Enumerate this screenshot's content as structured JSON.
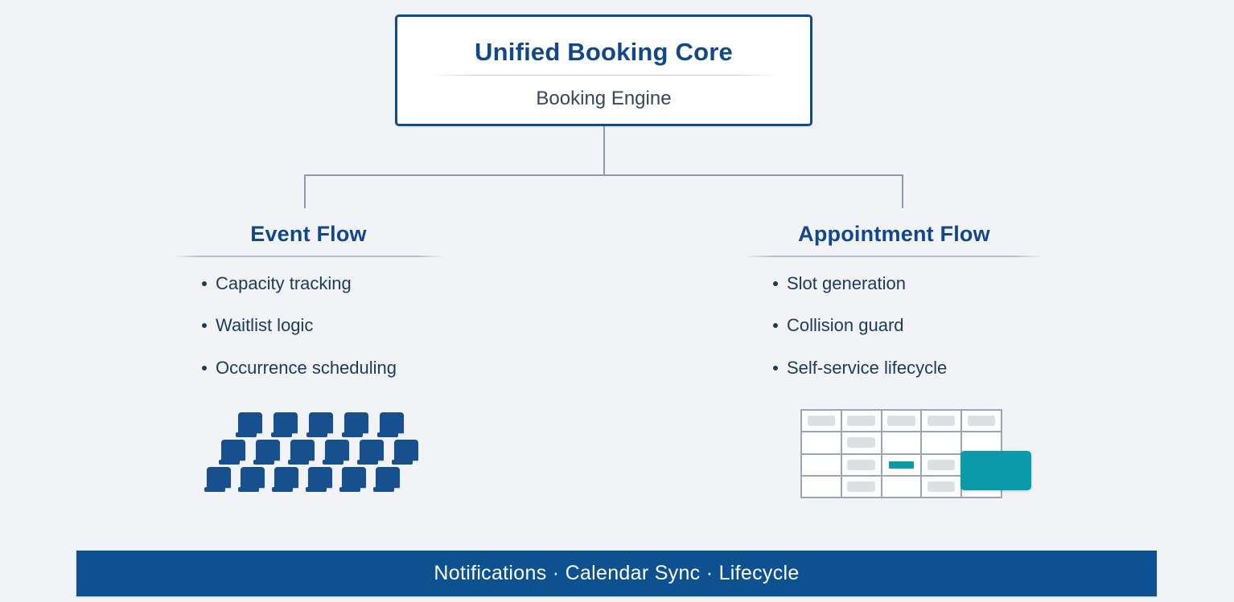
{
  "core": {
    "title": "Unified Booking Core",
    "subtitle": "Booking Engine"
  },
  "columns": {
    "left": {
      "title": "Event Flow",
      "bullets": [
        "Capacity tracking",
        "Waitlist logic",
        "Occurrence scheduling"
      ],
      "graphic": {
        "name": "seat-grid",
        "rows": [
          5,
          6,
          6
        ]
      }
    },
    "right": {
      "title": "Appointment Flow",
      "bullets": [
        "Slot generation",
        "Collision guard",
        "Self-service lifecycle"
      ],
      "graphic": {
        "name": "calendar-grid",
        "columns": 5,
        "rows": 4,
        "cells": [
          [
            "chip",
            "chip",
            "chip",
            "chip",
            "chip"
          ],
          [
            "empty",
            "chip",
            "empty",
            "empty",
            "empty"
          ],
          [
            "empty",
            "chip",
            "busy",
            "chip",
            "empty"
          ],
          [
            "empty",
            "chip",
            "empty",
            "chip",
            "empty"
          ]
        ],
        "overlay_label": ""
      }
    }
  },
  "banner": {
    "text": "Notifications · Calendar Sync · Lifecycle"
  },
  "colors": {
    "background": "#f2f3f7",
    "primary_blue": "#10488a",
    "banner_blue": "#0e5191",
    "seat_blue": "#17508f",
    "accent_teal": "#0b9aa8",
    "chip_gray": "#dcdfe4",
    "line_gray": "#8e9aad",
    "text_dark": "#1d3a5c"
  }
}
